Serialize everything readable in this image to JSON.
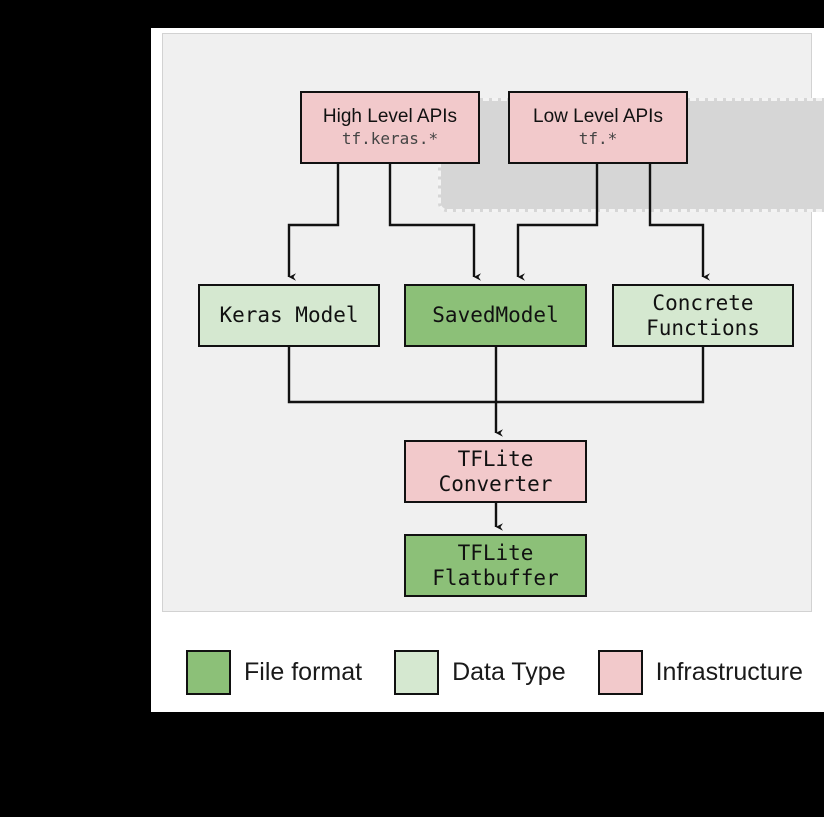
{
  "diagram": {
    "group": {
      "name": "api-group"
    },
    "nodes": {
      "high_level": {
        "title": "High Level APIs",
        "subtitle": "tf.keras.*",
        "color": "#f2c9cb",
        "category": "Infrastructure"
      },
      "low_level": {
        "title": "Low Level APIs",
        "subtitle": "tf.*",
        "color": "#f2c9cb",
        "category": "Infrastructure"
      },
      "keras_model": {
        "title": "Keras Model",
        "color": "#d5e8d0",
        "category": "Data Type"
      },
      "saved_model": {
        "title": "SavedModel",
        "color": "#8cc078",
        "category": "File format"
      },
      "concrete_functions": {
        "line1": "Concrete",
        "line2": "Functions",
        "color": "#d5e8d0",
        "category": "Data Type"
      },
      "tflite_converter": {
        "line1": "TFLite",
        "line2": "Converter",
        "color": "#f2c9cb",
        "category": "Infrastructure"
      },
      "tflite_flatbuffer": {
        "line1": "TFLite",
        "line2": "Flatbuffer",
        "color": "#8cc078",
        "category": "File format"
      }
    }
  },
  "legend": {
    "items": [
      {
        "label": "File format",
        "color": "#8cc078"
      },
      {
        "label": "Data Type",
        "color": "#d5e8d0"
      },
      {
        "label": "Infrastructure",
        "color": "#f2c9cb"
      }
    ]
  },
  "colors": {
    "file_format": "#8cc078",
    "data_type": "#d5e8d0",
    "infrastructure": "#f2c9cb",
    "panel_background": "#f0f0f0",
    "group_background": "#d6d6d6",
    "stroke": "#111111"
  }
}
